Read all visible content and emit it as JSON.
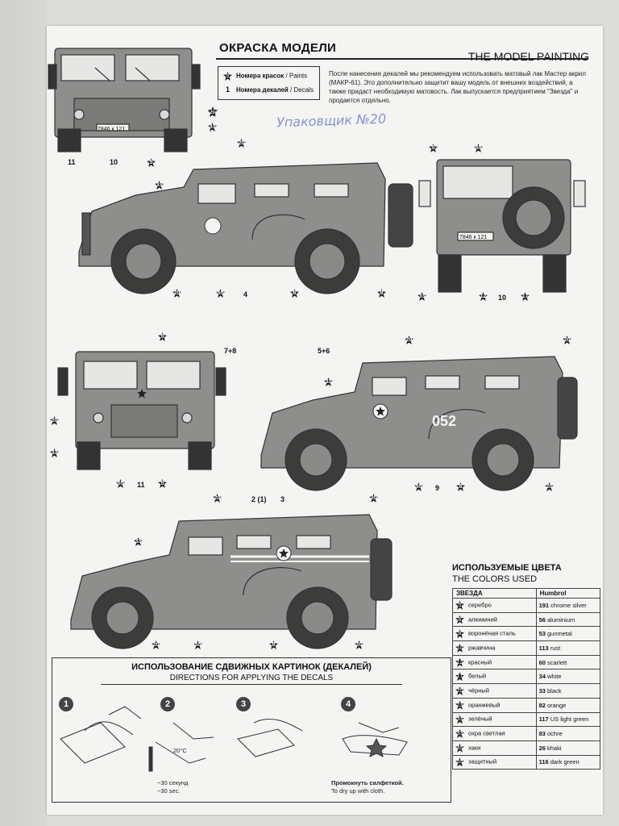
{
  "header": {
    "title_ru": "ОКРАСКА МОДЕЛИ",
    "title_en": "THE MODEL PAINTING"
  },
  "legend": {
    "paints_ru": "Номера красок",
    "paints_en": "/ Paints",
    "paints_marker": "5",
    "decals_ru": "Номера декалей",
    "decals_en": "/ Decals",
    "decals_marker": "1"
  },
  "note": "После нанесения декалей мы рекомендуем использовать матовый лак Мастер акрил (МАКР-61). Это дополнительно защитит вашу модель от внешних воздействий, а также придаст необходимую матовость. Лак выпускается предприятием \"Звезда\" и продается отдельно.",
  "stamp": "Упаковщик №20",
  "plates": {
    "front": "7846 к 121",
    "rear": "7846 к 121"
  },
  "vehicle_number": "052",
  "callouts": {
    "v1_front": [
      "20",
      "33",
      "11",
      "10",
      "5"
    ],
    "v1_side": [
      "20",
      "33",
      "20",
      "55",
      "4",
      "6",
      "8"
    ],
    "v1_rear": [
      "5",
      "55",
      "33",
      "12",
      "10",
      "17"
    ],
    "v2_front": [
      "5",
      "7+8",
      "20",
      "33",
      "55",
      "11",
      "5"
    ],
    "v2_side": [
      "5+6",
      "33",
      "20",
      "20",
      "55",
      "9",
      "8",
      "20"
    ],
    "v3_side": [
      "20",
      "2 (1)",
      "3",
      "20",
      "33",
      "20",
      "55",
      "8",
      "20"
    ]
  },
  "colors": {
    "title_ru": "ИСПОЛЬЗУЕМЫЕ ЦВЕТА",
    "title_en": "THE COLORS USED",
    "col_zvezda": "ЗВЕЗДА",
    "col_humbrol": "Humbrol",
    "rows": [
      {
        "zvezda": "5",
        "ru": "серебро",
        "hum": "191",
        "en": "chrome silver"
      },
      {
        "zvezda": "6",
        "ru": "алюминий",
        "hum": "56",
        "en": "aluminium"
      },
      {
        "zvezda": "8",
        "ru": "воронёная сталь",
        "hum": "53",
        "en": "gunmetal"
      },
      {
        "zvezda": "10",
        "ru": "ржавчина",
        "hum": "113",
        "en": "rust"
      },
      {
        "zvezda": "12",
        "ru": "красный",
        "hum": "60",
        "en": "scarlett"
      },
      {
        "zvezda": "17",
        "ru": "белый",
        "hum": "34",
        "en": "white"
      },
      {
        "zvezda": "20",
        "ru": "чёрный",
        "hum": "33",
        "en": "black"
      },
      {
        "zvezda": "23",
        "ru": "оранжевый",
        "hum": "82",
        "en": "orange"
      },
      {
        "zvezda": "33",
        "ru": "зелёный",
        "hum": "117",
        "en": "US light green"
      },
      {
        "zvezda": "33",
        "ru": "охра светлая",
        "hum": "83",
        "en": "ochre"
      },
      {
        "zvezda": "45",
        "ru": "хаки",
        "hum": "26",
        "en": "khaki"
      },
      {
        "zvezda": "55",
        "ru": "защитный",
        "hum": "116",
        "en": "dark green"
      }
    ]
  },
  "decals": {
    "title_ru": "ИСПОЛЬЗОВАНИЕ СДВИЖНЫХ КАРТИНОК (ДЕКАЛЕЙ)",
    "title_en": "DIRECTIONS FOR APPLYING THE DECALS",
    "steps": [
      "1",
      "2",
      "3",
      "4"
    ],
    "temp": "20°C",
    "step2_ru": "~30 секунд",
    "step2_en": "~30 sec.",
    "step4_ru": "Промокнуть салфеткой.",
    "step4_en": "To dry up with cloth."
  }
}
